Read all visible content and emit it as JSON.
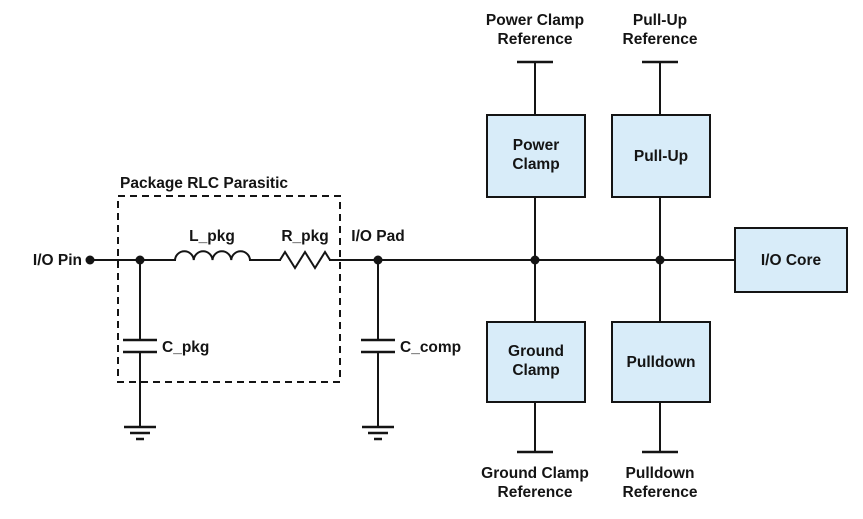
{
  "diagram": {
    "io_pin_label": "I/O Pin",
    "package": {
      "title": "Package RLC Parasitic",
      "inductor_label": "L_pkg",
      "resistor_label": "R_pkg",
      "capacitor_label": "C_pkg"
    },
    "io_pad_label": "I/O Pad",
    "c_comp_label": "C_comp",
    "power_clamp": {
      "name_line1": "Power",
      "name_line2": "Clamp",
      "ref_line1": "Power Clamp",
      "ref_line2": "Reference"
    },
    "ground_clamp": {
      "name_line1": "Ground",
      "name_line2": "Clamp",
      "ref_line1": "Ground Clamp",
      "ref_line2": "Reference"
    },
    "pull_up": {
      "name": "Pull-Up",
      "ref_line1": "Pull-Up",
      "ref_line2": "Reference"
    },
    "pulldown": {
      "name": "Pulldown",
      "ref_line1": "Pulldown",
      "ref_line2": "Reference"
    },
    "io_core": {
      "name": "I/O Core"
    },
    "colors": {
      "block_fill": "#d8ecf9",
      "stroke": "#141414",
      "background": "#ffffff"
    }
  }
}
